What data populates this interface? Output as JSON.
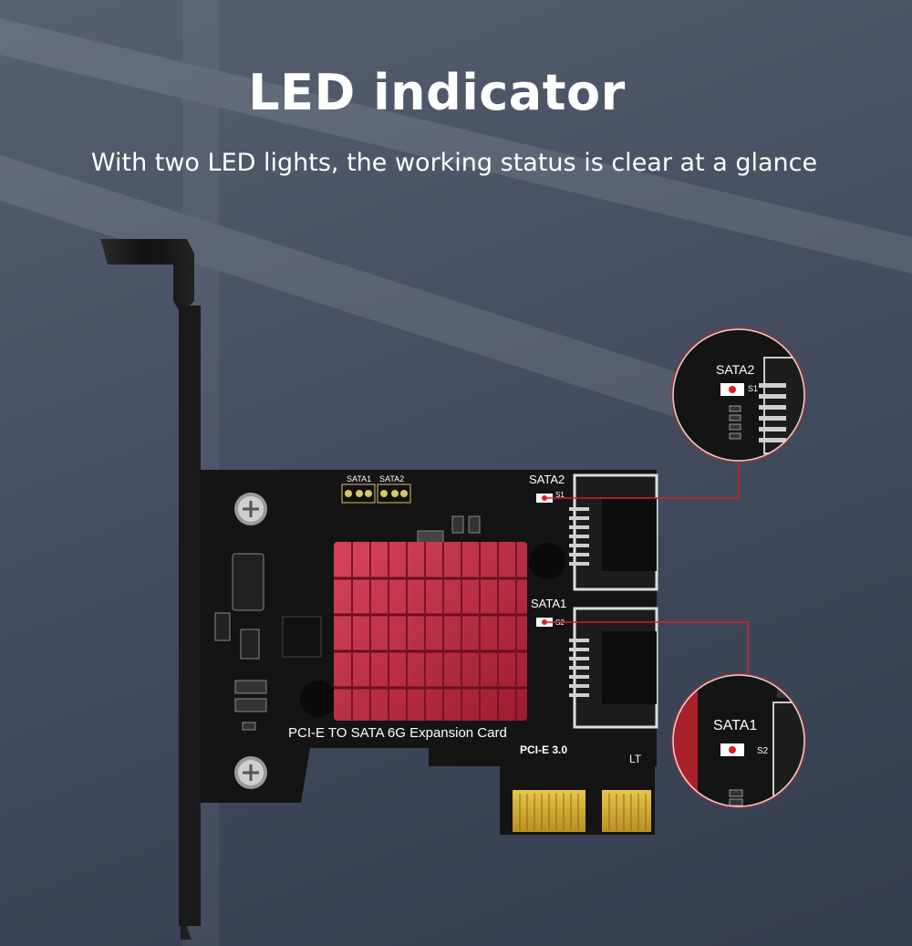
{
  "heading": "LED indicator",
  "subheading": "With two LED lights, the working status is clear at a glance",
  "card": {
    "label": "PCI-E TO SATA 6G Expansion Card",
    "interface": "PCI-E 3.0",
    "marking": "LT",
    "header_label_1": "SATA1",
    "header_label_2": "SATA2",
    "port_label_1": "SATA1",
    "port_label_2": "SATA2",
    "led_label_1": "S2",
    "led_label_2": "S1"
  },
  "zoom": {
    "top_label": "SATA2",
    "top_led": "S1",
    "bottom_label": "SATA1",
    "bottom_led": "S2"
  },
  "colors": {
    "background": "#4a5466",
    "pcb": "#121212",
    "heatsink": "#c42b3c",
    "led": "#e31b23",
    "gold": "#d8b43a",
    "callout_line": "#d42028"
  }
}
